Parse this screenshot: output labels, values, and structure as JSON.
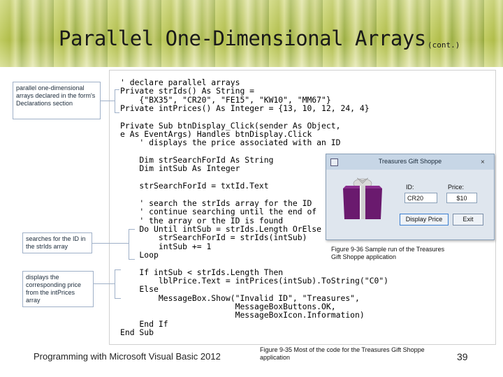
{
  "slide": {
    "title": "Parallel One-Dimensional Arrays",
    "title_suffix": "(cont.)",
    "footer_left": "Programming with Microsoft Visual Basic 2012",
    "page_number": "39"
  },
  "callouts": [
    {
      "text": "parallel one-dimensional arrays declared in the form's Declarations section"
    },
    {
      "text": "searches for the ID in the strIds array"
    },
    {
      "text": "displays the corresponding price from the intPrices array"
    }
  ],
  "code_lines": [
    "' declare parallel arrays",
    "Private strIds() As String =",
    "    {\"BX35\", \"CR20\", \"FE15\", \"KW10\", \"MM67\"}",
    "Private intPrices() As Integer = {13, 10, 12, 24, 4}",
    "",
    "Private Sub btnDisplay_Click(sender As Object,",
    "e As EventArgs) Handles btnDisplay.Click",
    "    ' displays the price associated with an ID",
    "",
    "    Dim strSearchForId As String",
    "    Dim intSub As Integer",
    "",
    "    strSearchForId = txtId.Text",
    "",
    "    ' search the strIds array for the ID",
    "    ' continue searching until the end of",
    "    ' the array or the ID is found",
    "    Do Until intSub = strIds.Length OrElse",
    "        strSearchForId = strIds(intSub)",
    "        intSub += 1",
    "    Loop",
    "",
    "    If intSub < strIds.Length Then",
    "        lblPrice.Text = intPrices(intSub).ToString(\"C0\")",
    "    Else",
    "        MessageBox.Show(\"Invalid ID\", \"Treasures\",",
    "                        MessageBoxButtons.OK,",
    "                        MessageBoxIcon.Information)",
    "    End If",
    "End Sub"
  ],
  "app_window": {
    "title": "Treasures Gift Shoppe",
    "close_glyph": "×",
    "id_label": "ID:",
    "id_value": "CR20",
    "price_label": "Price:",
    "price_value": "$10",
    "display_button": "Display Price",
    "exit_button": "Exit"
  },
  "figure_captions": {
    "window": "Figure 9-36 Sample run of the Treasures Gift Shoppe application",
    "code": "Figure 9-35 Most of the code for the Treasures Gift Shoppe application"
  }
}
